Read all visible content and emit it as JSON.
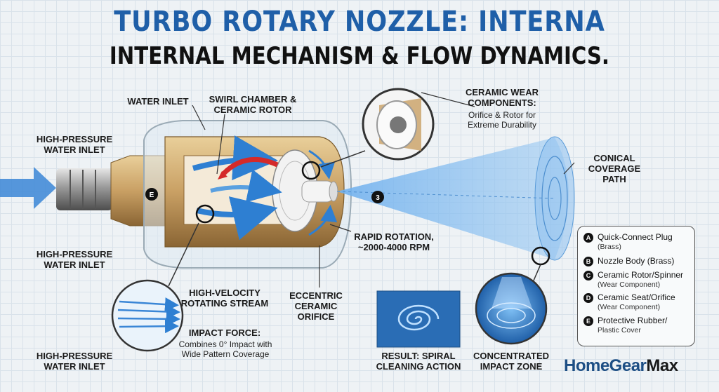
{
  "title_line1": "TURBO ROTARY NOZZLE: INTERNA",
  "title_line2": "INTERNAL MECHANISM & FLOW DYNAMICS.",
  "labels": {
    "water_inlet": "WATER INLET",
    "swirl_chamber": "SWIRL CHAMBER &\nCERAMIC ROTOR",
    "ceramic_wear_title": "CERAMIC WEAR\nCOMPONENTS:",
    "ceramic_wear_sub": "Orifice & Rotor for\nExtreme Durability",
    "conical": "CONICAL\nCOVERAGE PATH",
    "hp_inlet_1": "HIGH-PRESSURE\nWATER INLET",
    "hp_inlet_2": "HIGH-PRESSURE\nWATER INLET",
    "hp_inlet_3": "HIGH-PRESSURE\nWATER INLET",
    "rapid_rotation": "RAPID ROTATION,\n~2000-4000 RPM",
    "eccentric": "ECCENTRIC\nCERAMIC\nORIFICE",
    "high_velocity": "HIGH-VELOCITY\nROTATING STREAM",
    "impact_force_title": "IMPACT FORCE:",
    "impact_force_sub": "Combines 0° Impact with\nWide Pattern Coverage",
    "result": "RESULT: SPIRAL\nCLEANING ACTION",
    "concentrated": "CONCENTRATED\nIMPACT ZONE"
  },
  "markers": {
    "e": "E",
    "three": "3"
  },
  "legend": [
    {
      "badge": "A",
      "text": "Quick-Connect Plug",
      "sub": "(Brass)"
    },
    {
      "badge": "B",
      "text": "Nozzle Body (Brass)",
      "sub": ""
    },
    {
      "badge": "C",
      "text": "Ceramic Rotor/Spinner",
      "sub": "(Wear Component)"
    },
    {
      "badge": "D",
      "text": "Ceramic Seat/Orifice",
      "sub": "(Wear Component)"
    },
    {
      "badge": "E",
      "text": "Protective Rubber/",
      "sub": "Plastic Cover"
    }
  ],
  "brand": {
    "part1": "HomeGear",
    "part2": "Max"
  },
  "colors": {
    "brass": "#c9a064",
    "water": "#3a86d6",
    "title_blue": "#1f5fa8",
    "swirl_red": "#d42a2a"
  }
}
